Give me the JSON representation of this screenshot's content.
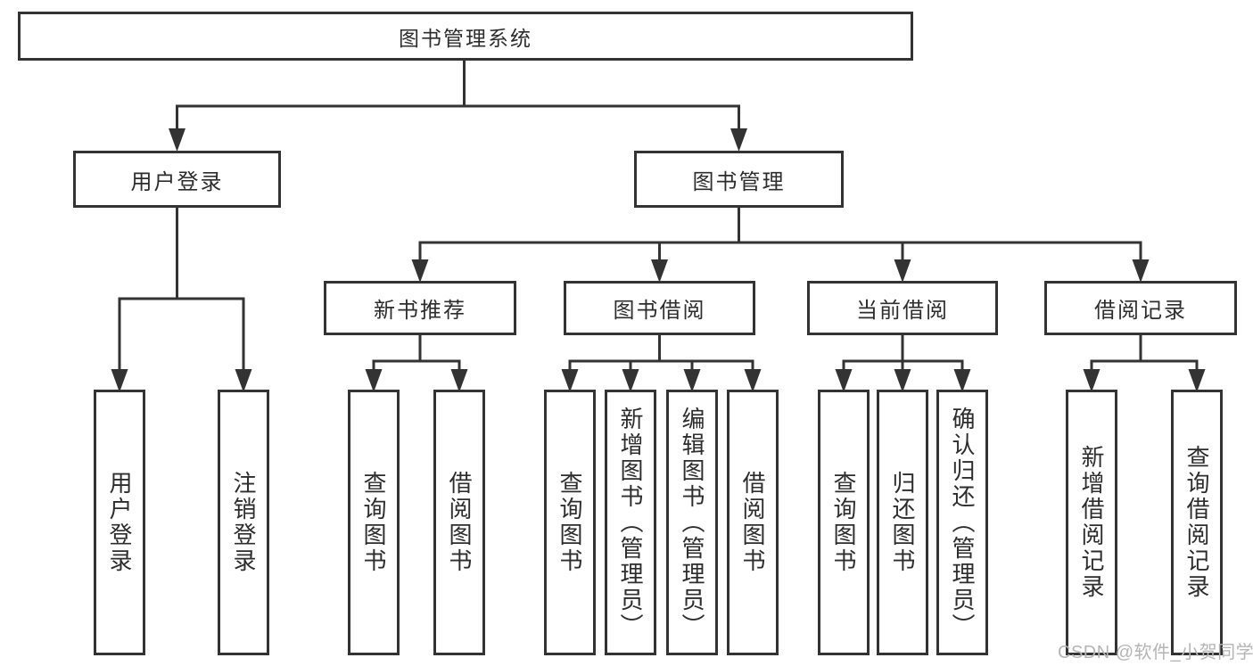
{
  "tree": {
    "root": {
      "label": "图书管理系统",
      "children": [
        {
          "label": "用户登录",
          "children": [
            {
              "label": "用户登录"
            },
            {
              "label": "注销登录"
            }
          ]
        },
        {
          "label": "图书管理",
          "children": [
            {
              "label": "新书推荐",
              "children": [
                {
                  "label": "查询图书"
                },
                {
                  "label": "借阅图书"
                }
              ]
            },
            {
              "label": "图书借阅",
              "children": [
                {
                  "label": "查询图书"
                },
                {
                  "label": "新增图书（管理员）"
                },
                {
                  "label": "编辑图书（管理员）"
                },
                {
                  "label": "借阅图书"
                }
              ]
            },
            {
              "label": "当前借阅",
              "children": [
                {
                  "label": "查询图书"
                },
                {
                  "label": "归还图书"
                },
                {
                  "label": "确认归还（管理员）"
                }
              ]
            },
            {
              "label": "借阅记录",
              "children": [
                {
                  "label": "新增借阅记录"
                },
                {
                  "label": "查询借阅记录"
                }
              ]
            }
          ]
        }
      ]
    }
  },
  "watermark": "CSDN @软件_小贺同学",
  "colors": {
    "line": "#333333",
    "text": "#2d2d2d",
    "watermark": "#b5b5b5",
    "background": "#ffffff"
  }
}
